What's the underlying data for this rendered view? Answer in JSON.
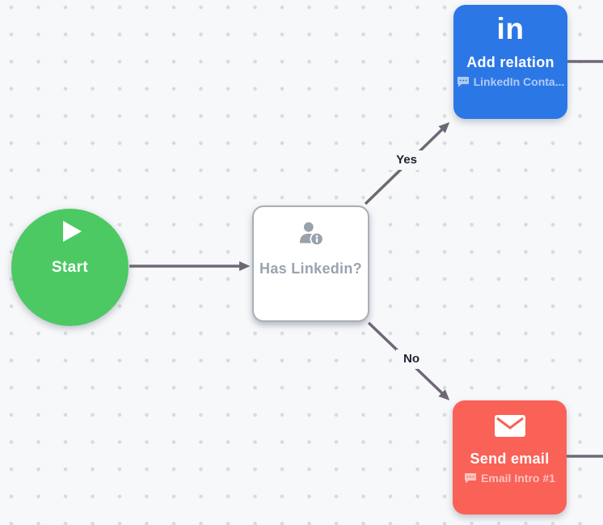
{
  "canvas": {
    "background_color": "#f7f8fa",
    "dot_color": "#d8dade"
  },
  "edges": {
    "line_color": "#6e6876",
    "yes_label": "Yes",
    "no_label": "No",
    "label_text_color": "#1e2230"
  },
  "nodes": {
    "start": {
      "label": "Start",
      "color": "#4cc963",
      "icon": "play-icon"
    },
    "condition": {
      "label": "Has Linkedin?",
      "color": "#ffffff",
      "text_color": "#9aa3b0",
      "icon": "person-info-icon"
    },
    "add_relation": {
      "logo_text": "in",
      "title": "Add relation",
      "subtitle": "LinkedIn Conta...",
      "color": "#2c77e6",
      "icon": "linkedin-icon",
      "subtitle_icon": "comment-icon"
    },
    "send_email": {
      "title": "Send email",
      "subtitle": "Email Intro #1",
      "color": "#fa6157",
      "icon": "envelope-icon",
      "subtitle_icon": "comment-icon"
    }
  }
}
